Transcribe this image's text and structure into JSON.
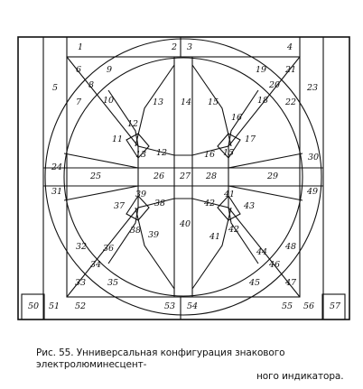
{
  "figure": {
    "segments": [
      "1",
      "2",
      "3",
      "4",
      "5",
      "6",
      "7",
      "8",
      "9",
      "10",
      "11",
      "12",
      "13",
      "14",
      "15",
      "16",
      "17",
      "18",
      "19",
      "20",
      "21",
      "22",
      "23",
      "24",
      "25",
      "26",
      "27",
      "28",
      "29",
      "30",
      "31",
      "37",
      "38",
      "39",
      "40",
      "41",
      "42",
      "43",
      "49",
      "32",
      "36",
      "34",
      "33",
      "35",
      "44",
      "48",
      "46",
      "45",
      "47",
      "50",
      "51",
      "52",
      "53",
      "54",
      "55",
      "56",
      "57"
    ],
    "repeated_labels": [
      "12",
      "13",
      "16",
      "15",
      "39",
      "38",
      "42",
      "41"
    ]
  },
  "caption": {
    "line1": "Рис. 55. Унниверсальная конфигурация знакового электролюминесцент-",
    "line2": "ного индикатора."
  }
}
